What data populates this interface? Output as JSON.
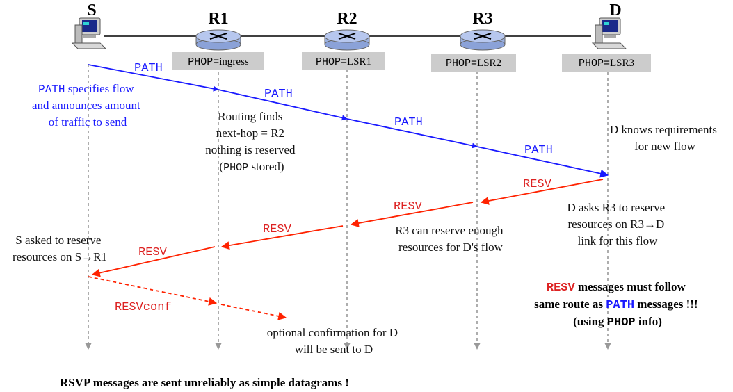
{
  "colors": {
    "path": "#1a1aff",
    "resv": "#ff2200",
    "resv_text": "#dd2222",
    "lifeline": "#999999",
    "router_fill": "#9ab0e0",
    "phop_bg": "#cccccc",
    "text": "#111111"
  },
  "nodes": {
    "S": {
      "label": "S",
      "icon": "computer-icon"
    },
    "R1": {
      "label": "R1",
      "icon": "router-icon",
      "phop_key": "PHOP=",
      "phop_val": "ingress"
    },
    "R2": {
      "label": "R2",
      "icon": "router-icon",
      "phop_key": "PHOP=",
      "phop_val": "LSR1"
    },
    "R3": {
      "label": "R3",
      "icon": "router-icon",
      "phop_key": "PHOP=",
      "phop_val": "LSR2"
    },
    "D": {
      "label": "D",
      "icon": "computer-icon",
      "phop_key": "PHOP=",
      "phop_val": "LSR3"
    }
  },
  "messages": {
    "path": "PATH",
    "resv": "RESV",
    "resvconf": "RESVconf"
  },
  "notes": {
    "path_spec": {
      "kw": "PATH",
      "l1": " specifies flow",
      "l2": "and announces amount",
      "l3": "of traffic to send"
    },
    "routing": {
      "l1": "Routing finds",
      "l2": "next-hop = R2",
      "l3": "nothing is reserved",
      "l4_open": "(",
      "l4_kw": "PHOP",
      "l4_close": " stored)"
    },
    "d_knows": {
      "l1": "D knows requirements",
      "l2": "for new flow"
    },
    "d_asks": {
      "l1": "D asks R3 to reserve",
      "l2": "resources on R3→D",
      "l3": "link for this flow"
    },
    "r3_can": {
      "l1": "R3 can reserve enough",
      "l2": "resources for D's flow"
    },
    "s_asked": {
      "l1": "S asked to reserve",
      "l2": "resources on S→R1"
    },
    "optional": {
      "l1": "optional confirmation for D",
      "l2": "will be sent to D"
    },
    "follow": {
      "l1_kw": "RESV",
      "l1_rest": " messages must follow",
      "l2_pre": "same route as ",
      "l2_kw": "PATH",
      "l2_post": " messages !!!",
      "l3_pre": "(using ",
      "l3_kw": "PHOP",
      "l3_post": " info)"
    },
    "footer": "RSVP messages are sent unreliably as simple datagrams !"
  }
}
